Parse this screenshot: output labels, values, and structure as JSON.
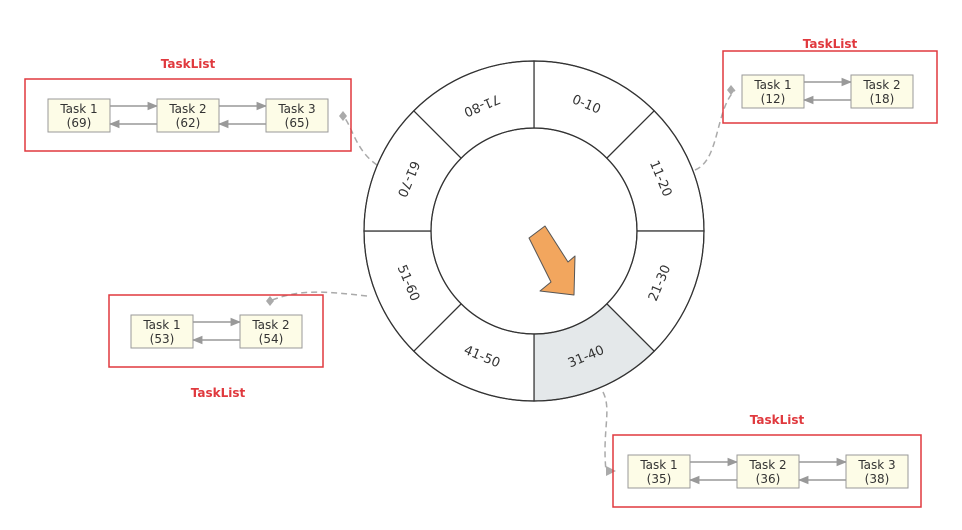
{
  "colors": {
    "ring_stroke": "#333333",
    "ring_fill": "#ffffff",
    "highlight_fill": "#e4e8ea",
    "arrow_fill": "#f2a65e",
    "arrow_stroke": "#555555",
    "list_border": "#e0393e",
    "list_title": "#e0393e",
    "task_fill": "#fdfce7",
    "task_border": "#999999",
    "link_arrow": "#999999",
    "connector": "#aaaaaa"
  },
  "wheel": {
    "segments": [
      "0-10",
      "11-20",
      "21-30",
      "31-40",
      "41-50",
      "51-60",
      "61-70",
      "71-80"
    ],
    "current_index": 3,
    "pointer_icon": "arrow-icon"
  },
  "task_lists": [
    {
      "slot": "61-70",
      "title": "TaskList",
      "tasks": [
        {
          "label": "Task 1",
          "value": "(69)"
        },
        {
          "label": "Task 2",
          "value": "(62)"
        },
        {
          "label": "Task 3",
          "value": "(65)"
        }
      ]
    },
    {
      "slot": "11-20",
      "title": "TaskList",
      "tasks": [
        {
          "label": "Task 1",
          "value": "(12)"
        },
        {
          "label": "Task 2",
          "value": "(18)"
        }
      ]
    },
    {
      "slot": "51-60",
      "title": "TaskList",
      "tasks": [
        {
          "label": "Task 1",
          "value": "(53)"
        },
        {
          "label": "Task 2",
          "value": "(54)"
        }
      ]
    },
    {
      "slot": "31-40",
      "title": "TaskList",
      "tasks": [
        {
          "label": "Task 1",
          "value": "(35)"
        },
        {
          "label": "Task 2",
          "value": "(36)"
        },
        {
          "label": "Task 3",
          "value": "(38)"
        }
      ]
    }
  ]
}
